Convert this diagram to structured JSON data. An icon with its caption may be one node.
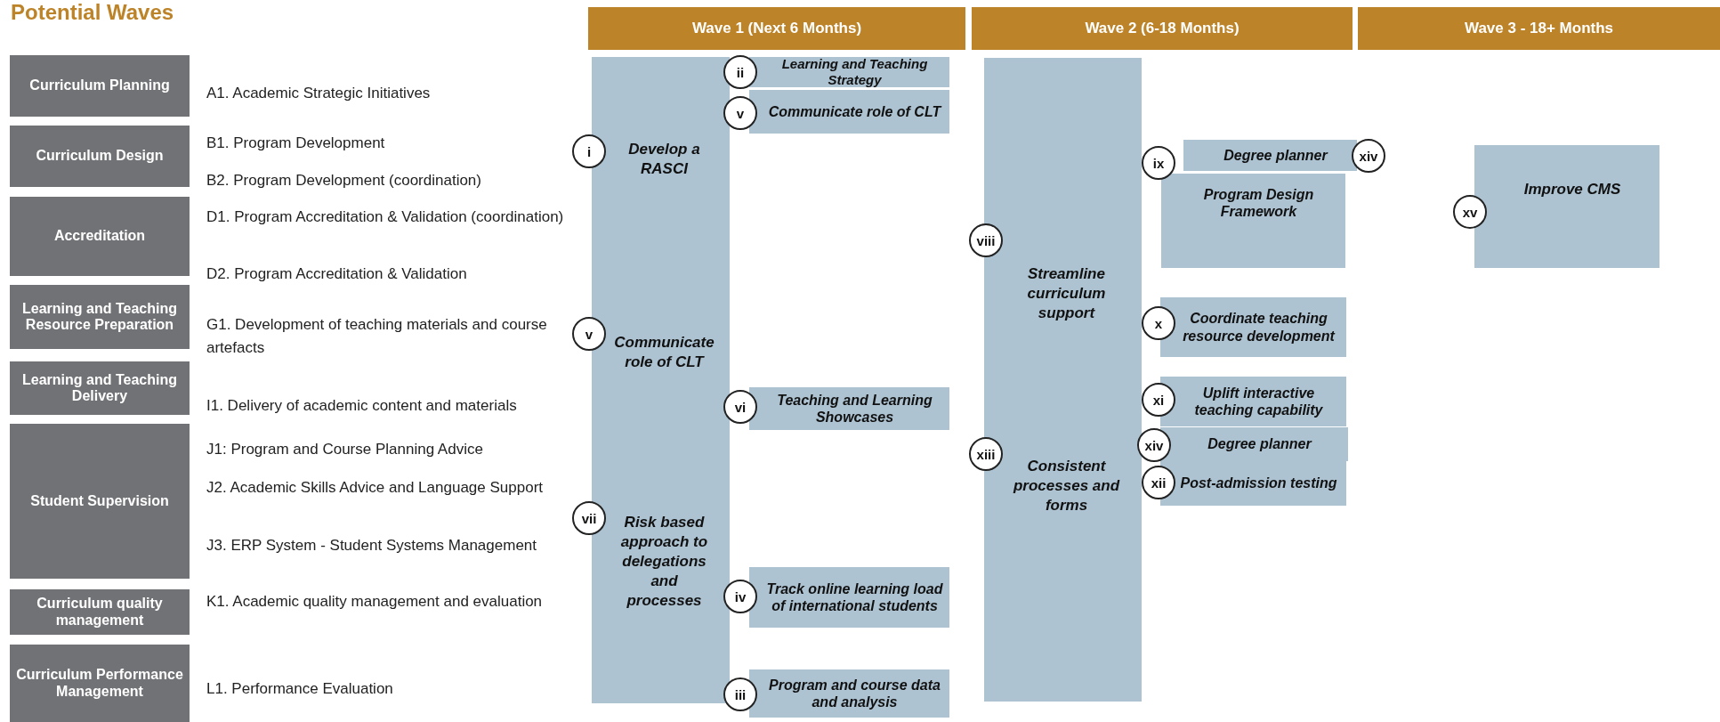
{
  "diagram": {
    "title": "Potential Waves",
    "nodes": [
      {
        "text": [
          "Curriculum Planning"
        ],
        "beside": [
          "A1. Academic Strategic Initiatives"
        ]
      },
      {
        "text": [
          "Curriculum Design"
        ],
        "beside": [
          "B1. Program Development",
          "B2. Program Development (coordination)"
        ]
      },
      {
        "text": [
          "Accreditation"
        ],
        "beside": [
          "D1. Program Accreditation & Validation (coordination)",
          "D2. Program Accreditation & Validation"
        ]
      },
      {
        "text": [
          "Learning and Teaching Resource Preparation"
        ],
        "beside": [
          "G1. Development of teaching materials and course artefacts"
        ]
      },
      {
        "text": [
          "Learning and Teaching Delivery"
        ],
        "beside": [
          "I1. Delivery of academic content and materials"
        ]
      },
      {
        "text": [
          "Student Supervision"
        ],
        "beside": [
          "J1: Program and Course Planning Advice",
          "J2. Academic Skills Advice and Language Support",
          "J3. ERP System - Student Systems Management"
        ]
      },
      {
        "text": [
          "Curriculum quality management"
        ],
        "beside": [
          "K1. Academic quality management and evaluation"
        ]
      },
      {
        "text": [
          "Curriculum Performance Management"
        ],
        "beside": [
          "L1. Performance Evaluation"
        ]
      },
      {
        "text": [
          "Wave 1 (Next 6 Months)"
        ]
      },
      {
        "text": [
          "Wave 2 (6-18 Months)"
        ]
      },
      {
        "text": [
          "Wave 3 - 18+ Months"
        ]
      },
      {
        "text": [
          "Develop a RASCI",
          "Communicate role of CLT",
          "Risk based approach to delegations and processes"
        ]
      },
      {
        "text": [
          "i"
        ]
      },
      {
        "text": [
          "v"
        ]
      },
      {
        "text": [
          "vii"
        ]
      },
      {
        "text": [
          "Learning and Teaching Strategy"
        ]
      },
      {
        "text": [
          "ii"
        ]
      },
      {
        "text": [
          "Communicate role of CLT"
        ]
      },
      {
        "text": [
          "v"
        ]
      },
      {
        "text": [
          "Teaching and Learning Showcases"
        ]
      },
      {
        "text": [
          "vi"
        ]
      },
      {
        "text": [
          "Track online learning load of international students"
        ]
      },
      {
        "text": [
          "iv"
        ]
      },
      {
        "text": [
          "Program and course data and analysis"
        ]
      },
      {
        "text": [
          "iii"
        ]
      },
      {
        "text": [
          "Streamline curriculum support",
          "Consistent processes and forms"
        ]
      },
      {
        "text": [
          "viii"
        ]
      },
      {
        "text": [
          "xiii"
        ]
      },
      {
        "text": [
          "Degree planner"
        ]
      },
      {
        "text": [
          "xiv"
        ]
      },
      {
        "text": [
          "Program Design Framework"
        ]
      },
      {
        "text": [
          "ix"
        ]
      },
      {
        "text": [
          "Coordinate teaching resource development"
        ]
      },
      {
        "text": [
          "x"
        ]
      },
      {
        "text": [
          "Uplift interactive teaching capability"
        ]
      },
      {
        "text": [
          "xi"
        ]
      },
      {
        "text": [
          "Degree planner"
        ]
      },
      {
        "text": [
          "xiv"
        ]
      },
      {
        "text": [
          "Post-admission testing"
        ]
      },
      {
        "text": [
          "xii"
        ]
      },
      {
        "text": [
          "Improve CMS"
        ]
      },
      {
        "text": [
          "xv"
        ]
      }
    ]
  }
}
